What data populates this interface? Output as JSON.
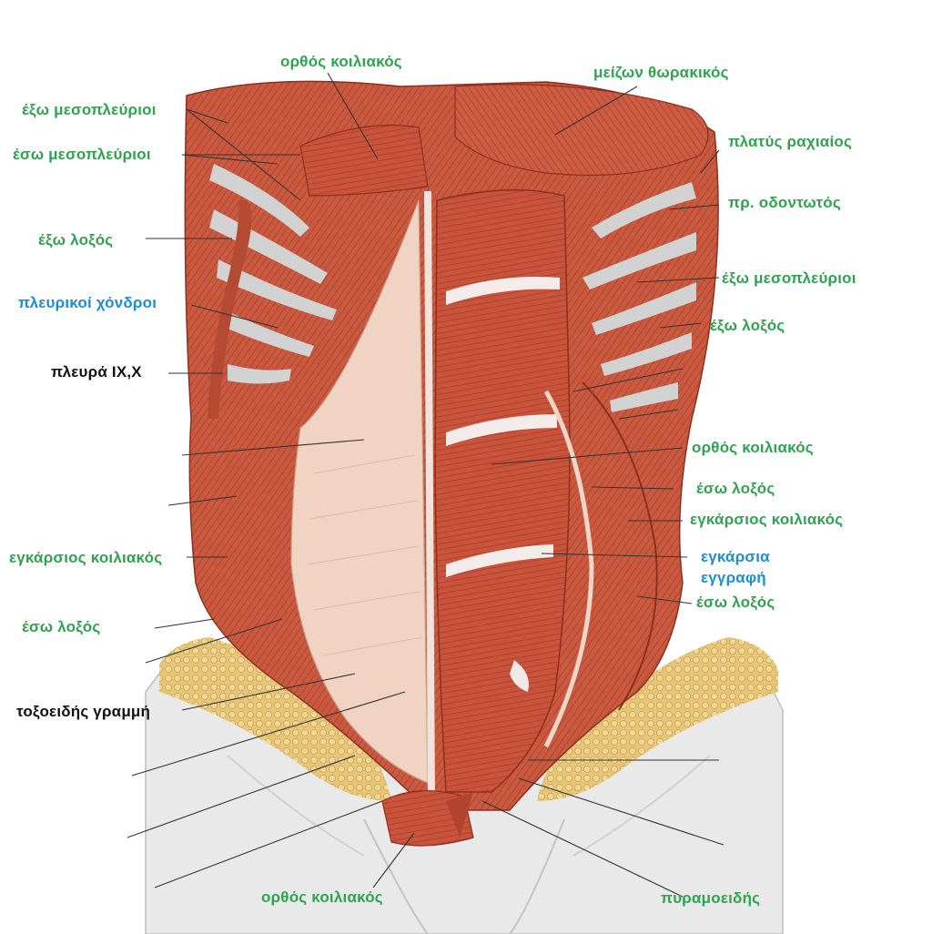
{
  "colors": {
    "green_label": "#2fa44f",
    "blue_label": "#1b8fd6",
    "black_label": "#111111",
    "muscle": "#c9533b",
    "muscle_dark": "#9a3424",
    "fascia": "#f0d3c3",
    "rib": "#cfcfcf",
    "fat": "#e7c678",
    "skin": "#e9e9e9"
  },
  "labels": {
    "l1": "ορθός κοιλιακός",
    "l2": "μείζων θωρακικός",
    "l3": "έξω μεσοπλεύριοι",
    "l4": "έσω μεσοπλεύριοι",
    "l5": "πλατύς ραχιαίος",
    "l6": "πρ. οδοντωτός",
    "l7": "έξω λοξός",
    "l8": "έξω μεσοπλεύριοι",
    "l9": "πλευρικοί χόνδροι",
    "l10": "έξω λοξός",
    "l11": "πλευρά IX,X",
    "l12": "ορθός κοιλιακός",
    "l13": "έσω λοξός",
    "l14": "εγκάρσιος κοιλιακός",
    "l15": "εγκάρσιος κοιλιακός",
    "l16": "εγκάρσια",
    "l17": "εγγραφή",
    "l18": "έσω λοξός",
    "l19": "έσω λοξός",
    "l20": "τοξοειδής γραμμή",
    "l21": "ορθός κοιλιακός",
    "l22": "πυραμοειδής"
  }
}
